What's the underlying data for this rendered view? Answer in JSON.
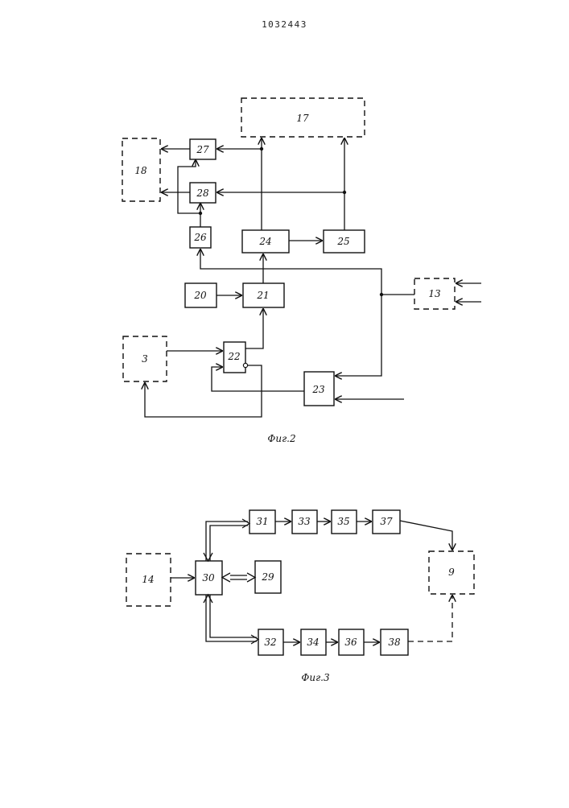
{
  "document_number": "1032443",
  "figures": [
    {
      "caption": "Фиг.2"
    },
    {
      "caption": "Фиг.3"
    }
  ],
  "blocks": {
    "b17": "17",
    "b18": "18",
    "b27": "27",
    "b28": "28",
    "b26": "26",
    "b24": "24",
    "b25": "25",
    "b20": "20",
    "b21": "21",
    "b13": "13",
    "b3": "3",
    "b22": "22",
    "b23": "23",
    "b31": "31",
    "b33": "33",
    "b35": "35",
    "b37": "37",
    "b14": "14",
    "b30": "30",
    "b29": "29",
    "b9": "9",
    "b32": "32",
    "b34": "34",
    "b36": "36",
    "b38": "38"
  }
}
